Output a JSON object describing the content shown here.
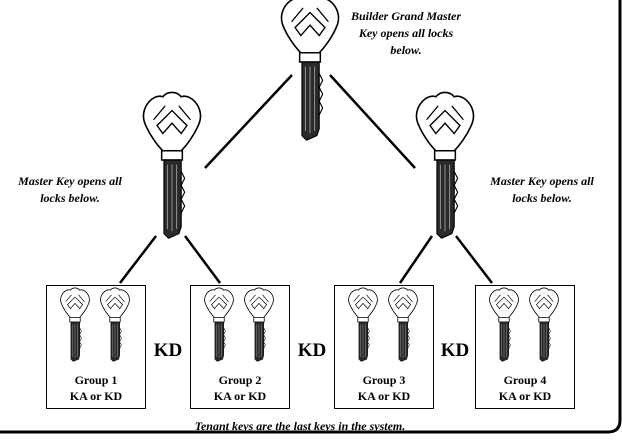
{
  "labels": {
    "grand_master": "Builder Grand Master Key opens all locks below.",
    "master_left": "Master Key opens all locks below.",
    "master_right": "Master Key opens all locks below.",
    "tenant": "Tenant keys are the last keys in the system."
  },
  "kd_separators": [
    "KD",
    "KD",
    "KD"
  ],
  "groups": [
    {
      "name": "Group 1",
      "sub": "KA or KD"
    },
    {
      "name": "Group 2",
      "sub": "KA or KD"
    },
    {
      "name": "Group 3",
      "sub": "KA or KD"
    },
    {
      "name": "Group 4",
      "sub": "KA or KD"
    }
  ]
}
